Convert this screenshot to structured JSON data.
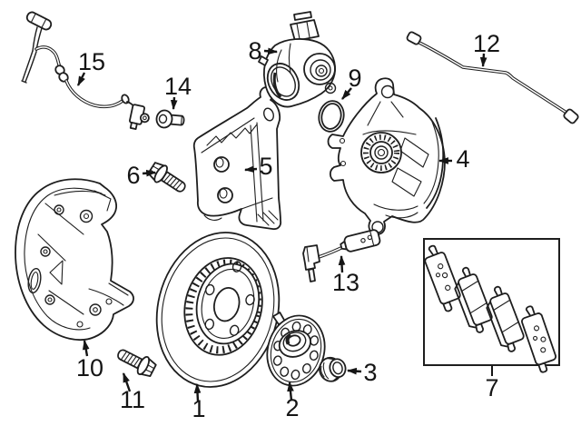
{
  "diagram": {
    "background_color": "#ffffff",
    "line_color": "#1e1e1e",
    "callouts": [
      {
        "number": "1",
        "part": "brake-rotor"
      },
      {
        "number": "2",
        "part": "wheel-hub"
      },
      {
        "number": "3",
        "part": "hub-cap"
      },
      {
        "number": "4",
        "part": "brake-caliper"
      },
      {
        "number": "5",
        "part": "caliper-bracket"
      },
      {
        "number": "6",
        "part": "caliper-bolt"
      },
      {
        "number": "7",
        "part": "brake-pad-set"
      },
      {
        "number": "8",
        "part": "parking-brake-actuator"
      },
      {
        "number": "9",
        "part": "o-ring-seal"
      },
      {
        "number": "10",
        "part": "splash-shield"
      },
      {
        "number": "11",
        "part": "shield-bolt"
      },
      {
        "number": "12",
        "part": "brake-hose"
      },
      {
        "number": "13",
        "part": "pad-wear-sensor"
      },
      {
        "number": "14",
        "part": "retaining-pin"
      },
      {
        "number": "15",
        "part": "abs-speed-sensor"
      }
    ]
  }
}
